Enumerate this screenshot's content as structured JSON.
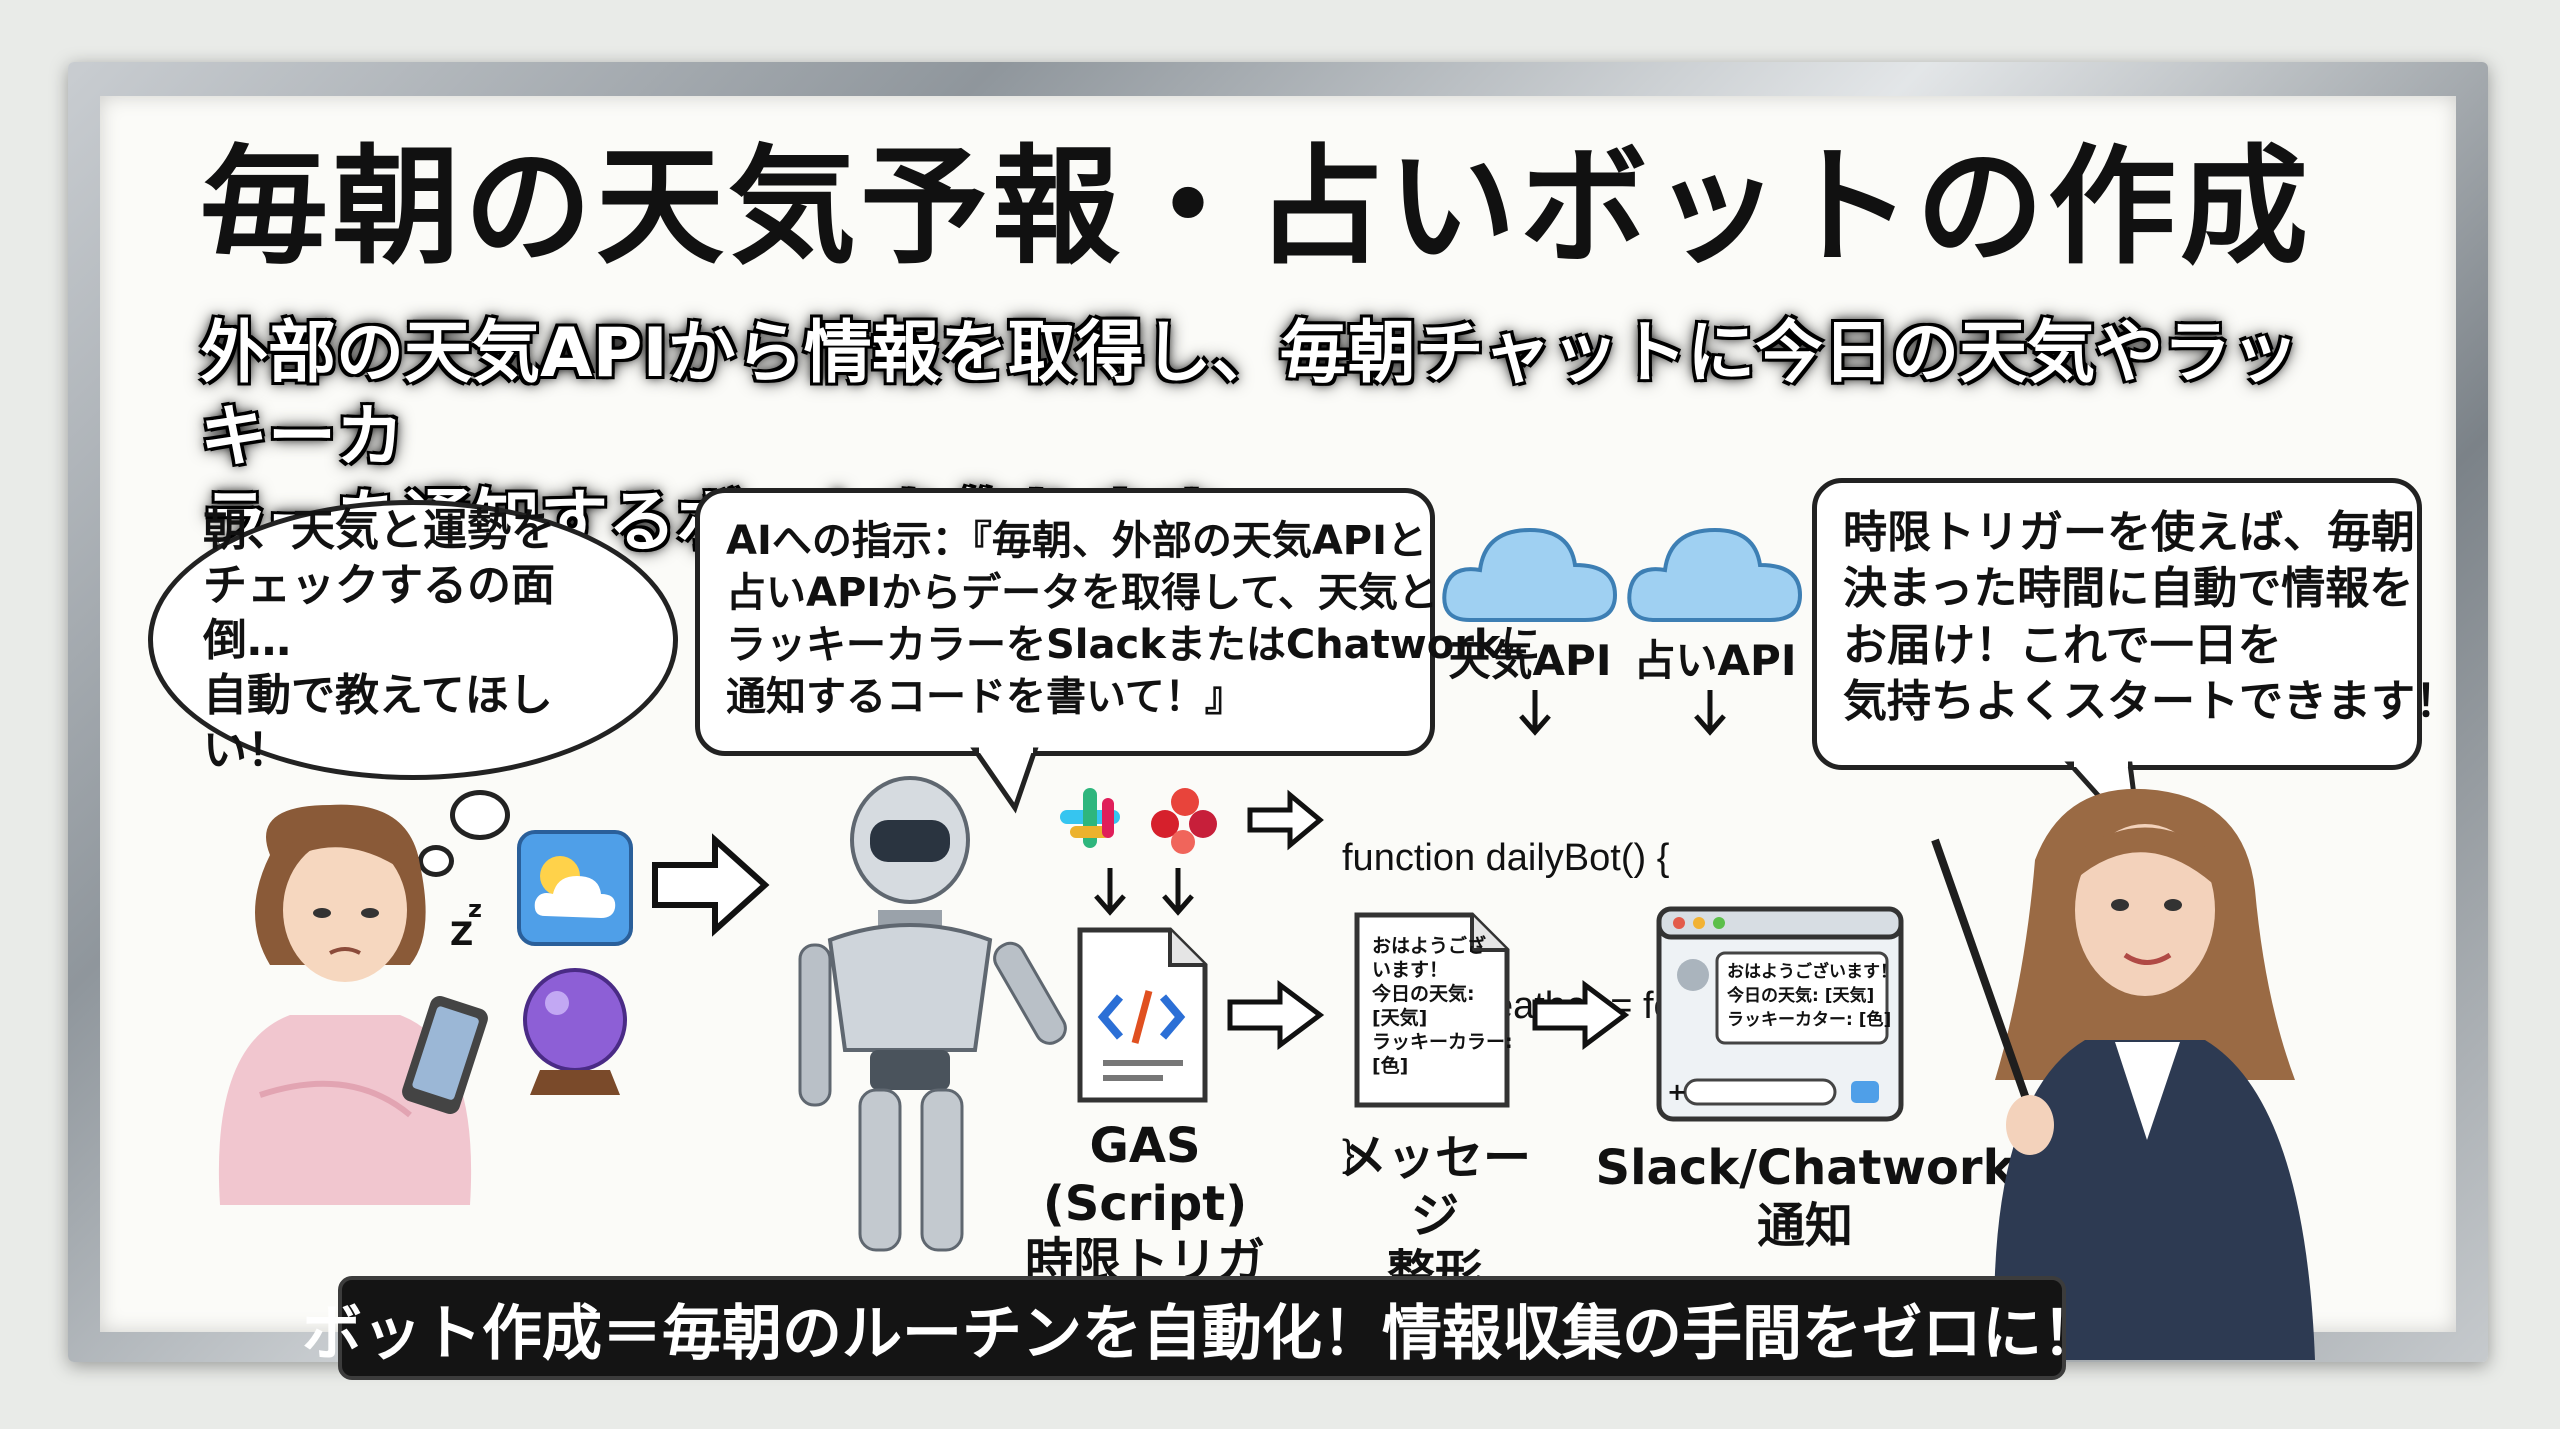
{
  "title": "毎朝の天気予報・占いボットの作成",
  "subtitle_lines": [
    "外部の天気APIから情報を取得し、毎朝チャットに今日の天気やラッキーカ",
    "ラーを通知するボットを作ります。"
  ],
  "user_thought_lines": [
    "朝、天気と運勢を",
    "チェックするの面倒…",
    "自動で教えてほしい！"
  ],
  "ai_instruction_lines": [
    "AIへの指示：『毎朝、外部の天気APIと",
    "占いAPIからデータを取得して、天気と",
    "ラッキーカラーをSlackまたはChatworkに",
    "通知するコードを書いて！』"
  ],
  "api_labels": [
    "天気API",
    "占いAPI"
  ],
  "code_lines": [
    "function dailyBot() {",
    "  const weather = fetchWeather();",
    "}"
  ],
  "teacher_lines": [
    "時限トリガーを使えば、毎朝",
    "決まった時間に自動で情報を",
    "お届け！これで一日を",
    "気持ちよくスタートできます！"
  ],
  "flow_labels": {
    "gas": [
      "GAS (Script)",
      "時限トリガー"
    ],
    "message": [
      "メッセージ",
      "整形"
    ],
    "notify": [
      "Slack/Chatwork通知"
    ]
  },
  "message_doc_lines": [
    "おはようござ",
    "います！",
    "今日の天気:",
    "[天気]",
    "ラッキーカラー:",
    "[色]"
  ],
  "chat_window_lines": [
    "おはようございます！",
    "今日の天気: [天気]",
    "ラッキーカター: [色]"
  ],
  "footer": "ボット作成＝毎朝のルーチンを自動化！情報収集の手間をゼロに！",
  "colors": {
    "board": "#fbfbf8",
    "footer_bg": "#141414",
    "cloud": "#9fd0f2",
    "crystal": "#8d5fd6",
    "weather_tile": "#4f9fe8"
  }
}
